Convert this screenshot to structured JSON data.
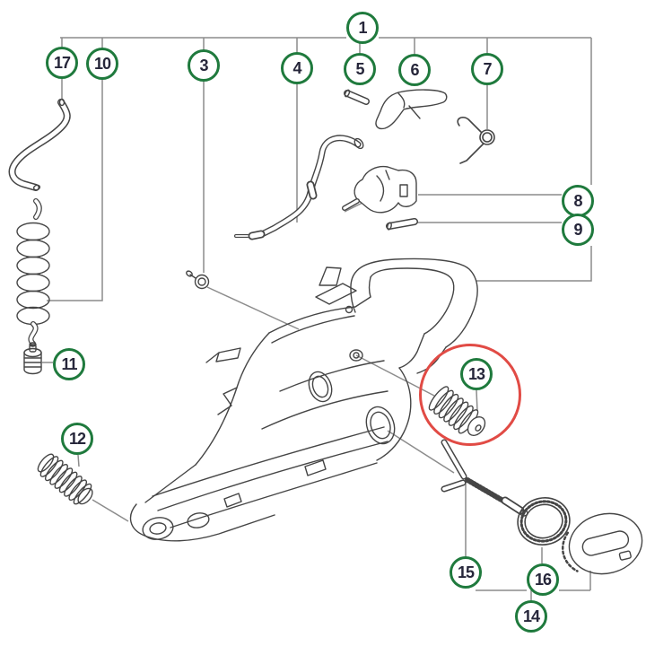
{
  "diagram": {
    "type": "exploded-parts-diagram",
    "callouts": [
      {
        "label": "1"
      },
      {
        "label": "17"
      },
      {
        "label": "10"
      },
      {
        "label": "3"
      },
      {
        "label": "4"
      },
      {
        "label": "5"
      },
      {
        "label": "6"
      },
      {
        "label": "7"
      },
      {
        "label": "8"
      },
      {
        "label": "9"
      },
      {
        "label": "11"
      },
      {
        "label": "12"
      },
      {
        "label": "13"
      },
      {
        "label": "15"
      },
      {
        "label": "16"
      },
      {
        "label": "14"
      }
    ],
    "highlighted_callout": "13",
    "colors": {
      "callout_ring": "#1f7a3d",
      "callout_text": "#26263a",
      "highlight_ring": "#e14b45",
      "leader_line": "#8c8c8c",
      "part_line": "#454545",
      "background": "#ffffff"
    }
  }
}
